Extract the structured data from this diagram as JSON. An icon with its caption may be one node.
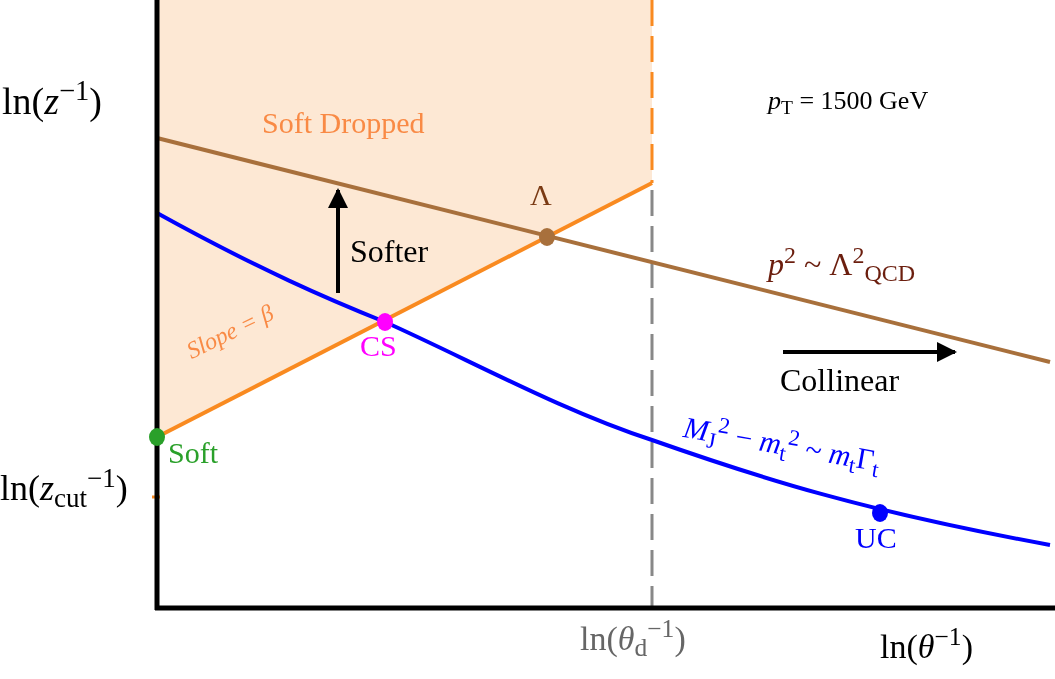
{
  "diagram": {
    "labels": [
      "ln(*z*$^{−1}$)",
      "*p*$_{T}$ = 1500 GeV",
      "Soft Dropped",
      "Λ",
      "Softer",
      "*p*$^{2}$ ~ Λ$^{2}$$_{QCD}$",
      "Slope = *β*",
      "CS",
      "Collinear",
      "*M*$_{J}$$^{2}$ − *m*$_{t}$$^{2}$ ~ *m*$_{t}$Γ$_{t}$",
      "Soft",
      "ln(*z*$_{cut}$$^{−1}$)",
      "UC",
      "ln(*θ*$_{d}$$^{−1}$)",
      "ln(*θ*$^{−1}$)"
    ]
  }
}
